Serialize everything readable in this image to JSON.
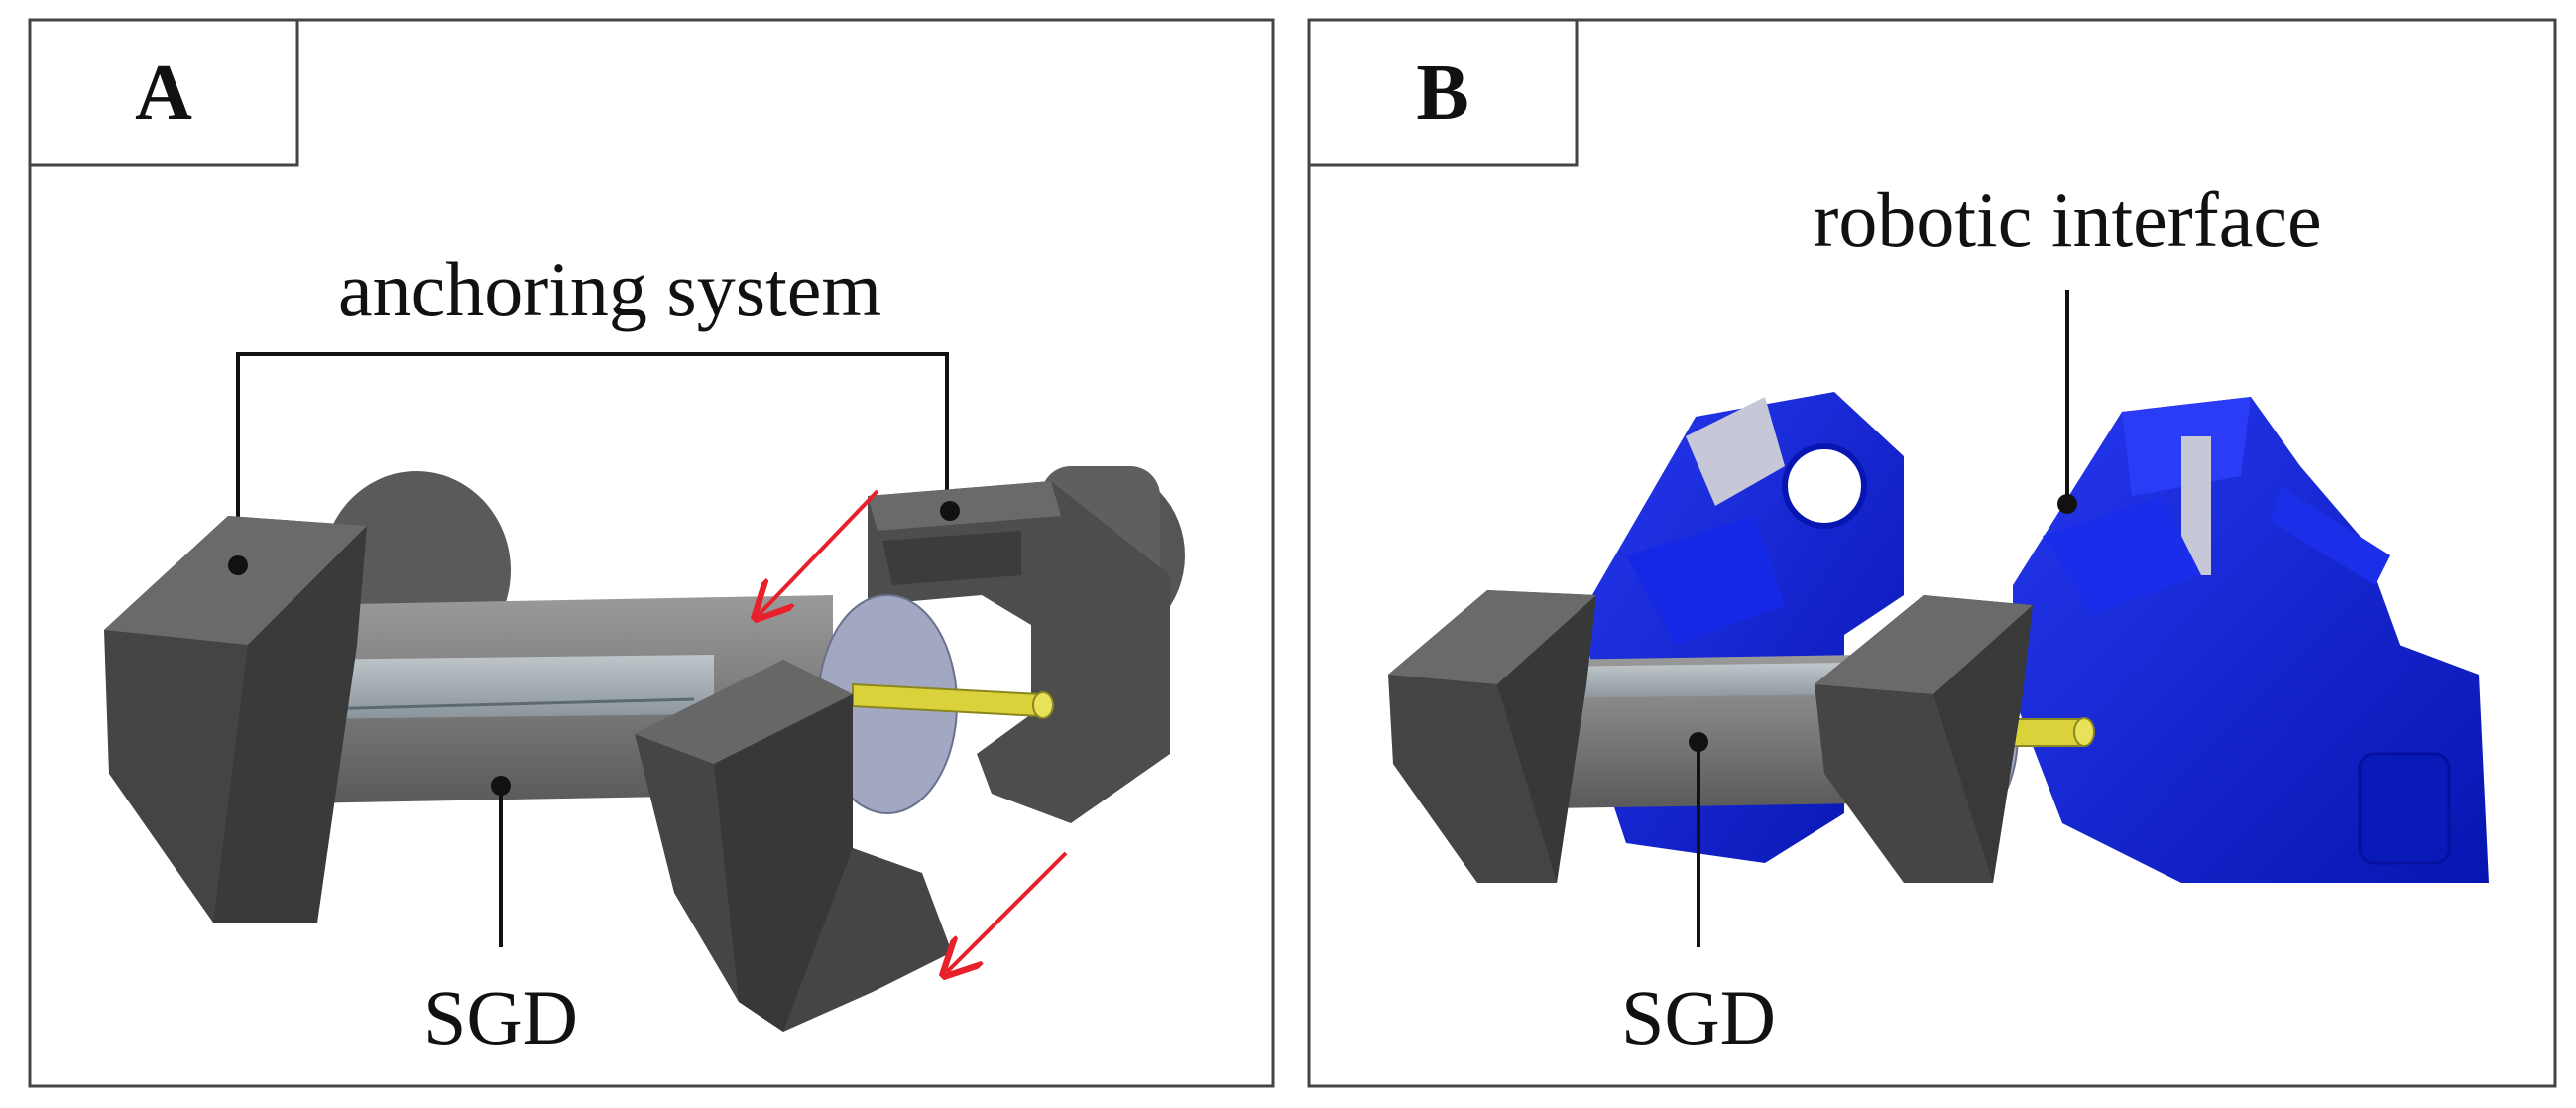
{
  "panels": [
    {
      "tag": "A",
      "labels": {
        "top": "anchoring system",
        "bottom": "SGD"
      }
    },
    {
      "tag": "B",
      "labels": {
        "top": "robotic interface",
        "bottom": "SGD"
      }
    }
  ],
  "colors": {
    "part_dark": "#4a4a4a",
    "part_mid": "#6b6b6b",
    "tube": "#8a8a8a",
    "glass": "#a9b4bb",
    "rod": "#d9d23a",
    "robot_blue": "#0a1fd0",
    "arrow_red": "#e8202a"
  }
}
